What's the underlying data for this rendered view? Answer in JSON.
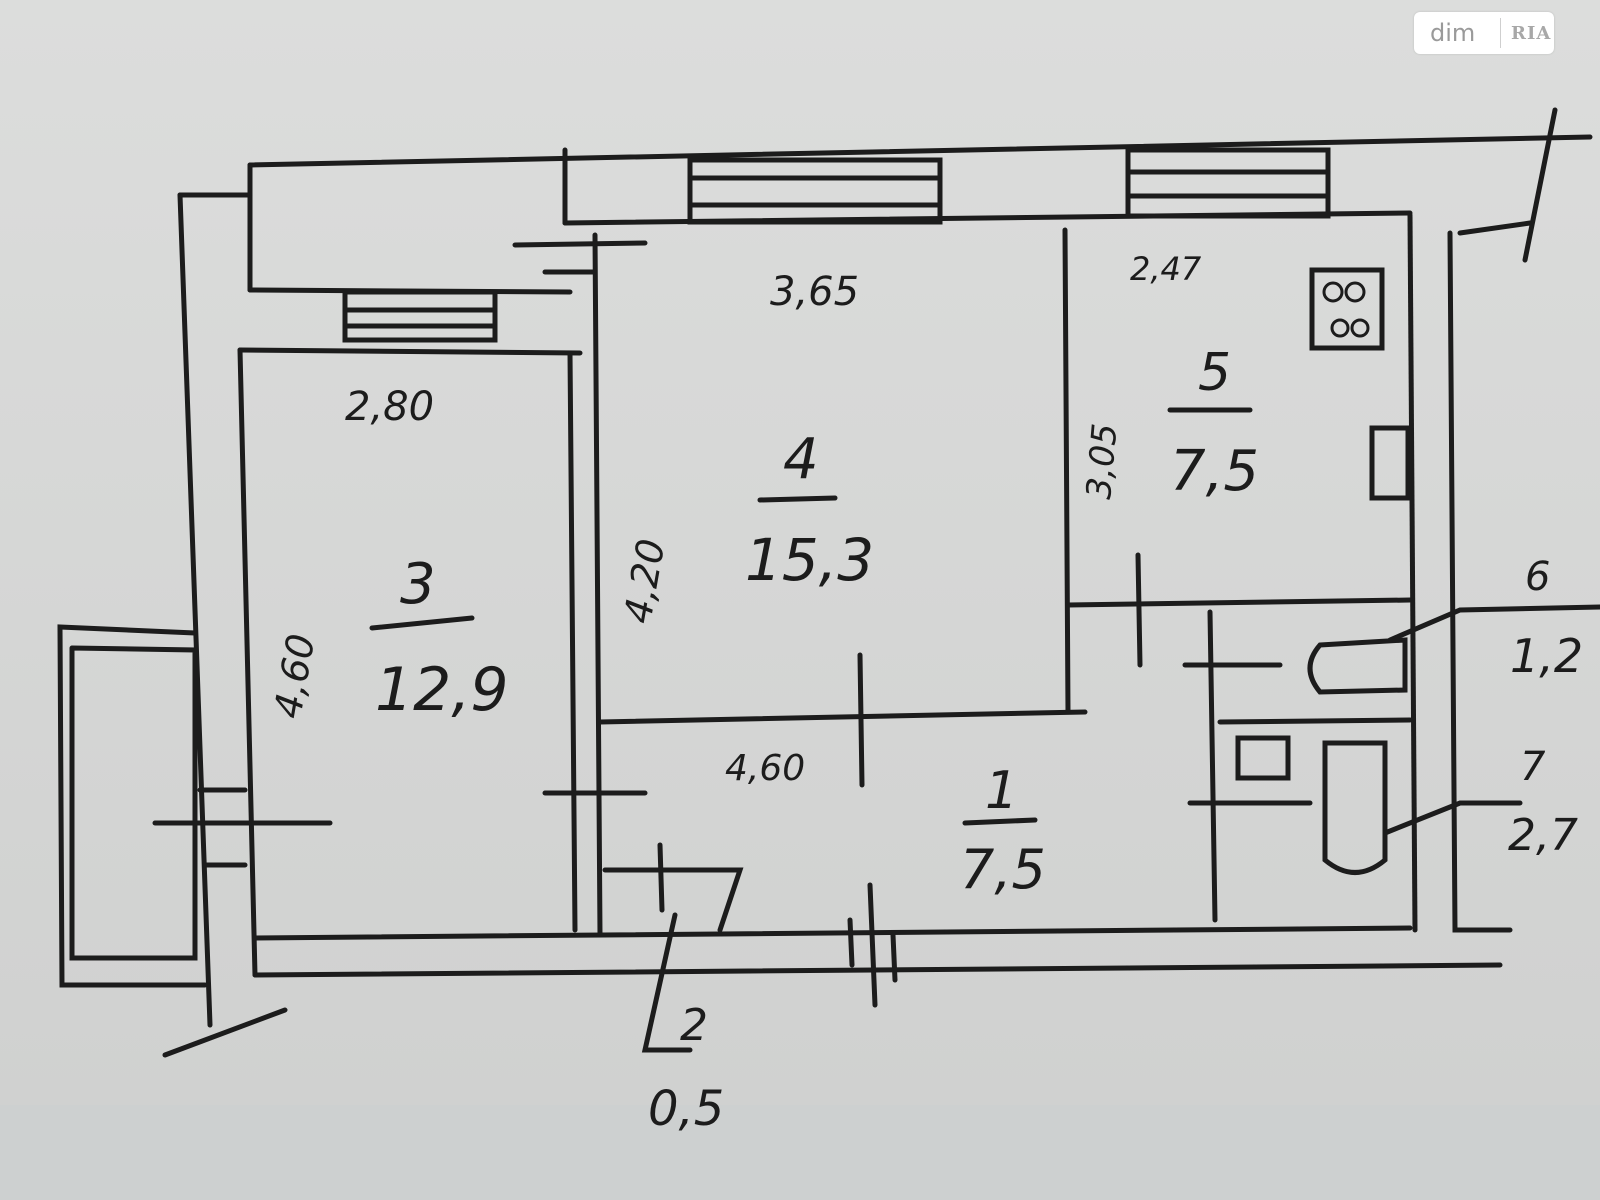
{
  "watermark": {
    "brand_left": "dim",
    "brand_right": "RIA"
  },
  "rooms": [
    {
      "id": "1",
      "area": "7,5"
    },
    {
      "id": "2",
      "area": "0,5"
    },
    {
      "id": "3",
      "area": "12,9"
    },
    {
      "id": "4",
      "area": "15,3"
    },
    {
      "id": "5",
      "area": "7,5"
    },
    {
      "id": "6",
      "area": "1,2"
    },
    {
      "id": "7",
      "area": "2,7"
    }
  ],
  "dimensions": {
    "room3_width": "2,80",
    "room3_length": "4,60",
    "room4_width": "3,65",
    "room4_length": "4,20",
    "room1_length": "4,60",
    "room5_width": "2,47",
    "room5_length": "3,05"
  },
  "colors": {
    "ink": "#1c1c1c",
    "paper": "#d8d9d8"
  }
}
